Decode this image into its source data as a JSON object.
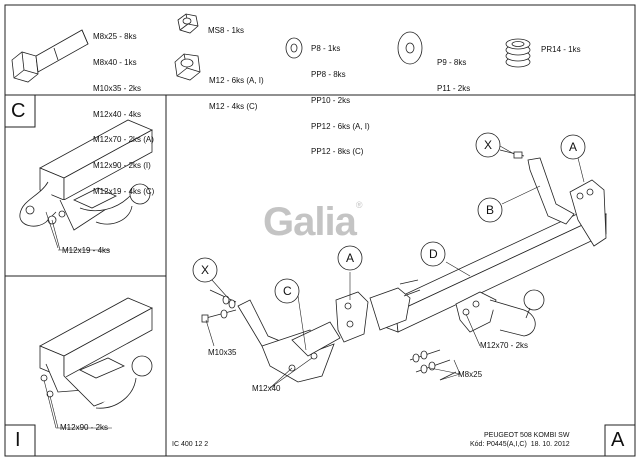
{
  "parts_list": {
    "bolts": [
      "M8x25 - 8ks",
      "M8x40 - 1ks",
      "M10x35 - 2ks",
      "M12x40 - 4ks",
      "M12x70 - 2ks (A)",
      "M12x90 - 2ks (I)",
      "M12x19 - 4ks (C)"
    ],
    "nut_ms8": "MS8 - 1ks",
    "nuts_m12": [
      "M12 - 6ks (A, I)",
      "M12 - 4ks (C)"
    ],
    "washers_p": [
      "P8 - 1ks",
      "PP8 - 8ks",
      "PP10 - 2ks",
      "PP12 - 6ks (A, I)",
      "PP12 - 8ks (C)"
    ],
    "washers_large": [
      "P9 - 8ks",
      "P11 - 2ks"
    ],
    "spring": "PR14 - 1ks"
  },
  "panel_c": {
    "letter": "C",
    "bolt_label": "M12x19 - 4ks"
  },
  "panel_i": {
    "letter": "I",
    "bolt_label": "M12x90 - 2ks"
  },
  "main": {
    "logo": "Galia",
    "logo_mark": "®",
    "callouts": {
      "x_left": "X",
      "c_left": "C",
      "a_mid": "A",
      "d_mid": "D",
      "x_right": "X",
      "b_right": "B",
      "a_right": "A"
    },
    "labels": {
      "m10x35": "M10x35",
      "m12x40": "M12x40",
      "m12x70": "M12x70 - 2ks",
      "m8x25": "M8x25"
    },
    "footer_code": "IC 400 12 2",
    "vehicle": "PEUGEOT 508 KOMBI SW",
    "code_date": "Kód: P0445(A,I,C)  18. 10. 2012",
    "panel_letter": "A"
  }
}
